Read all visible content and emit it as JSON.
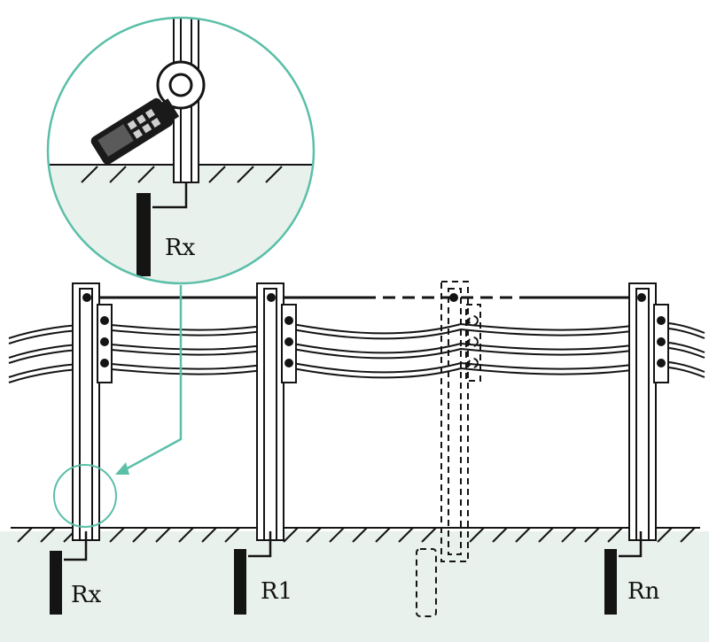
{
  "colors": {
    "ink": "#141414",
    "accent": "#5bbfa8",
    "ground_fill": "#e9f1ec",
    "pole_fill": "#ffffff"
  },
  "labels": {
    "inset_electrode": "Rx",
    "electrode_first": "Rx",
    "electrode_second": "R1",
    "electrode_last": "Rn"
  },
  "icons": {
    "clamp_meter": "clamp-meter-icon"
  }
}
